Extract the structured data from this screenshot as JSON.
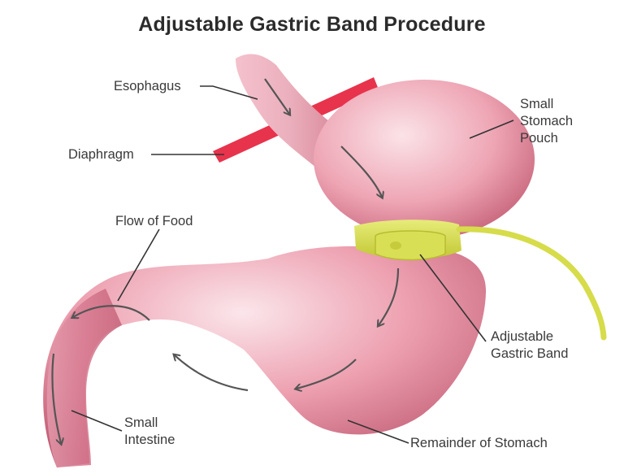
{
  "title": "Adjustable Gastric Band Procedure",
  "labels": {
    "esophagus": "Esophagus",
    "diaphragm": "Diaphragm",
    "pouch": [
      "Small",
      "Stomach",
      "Pouch"
    ],
    "flow": "Flow of Food",
    "band": [
      "Adjustable",
      "Gastric Band"
    ],
    "intestine": [
      "Small",
      "Intestine"
    ],
    "remainder": "Remainder of Stomach"
  },
  "colors": {
    "tissue": "#e88ea0",
    "tissue_dark": "#c25b72",
    "tissue_light": "#f7d2da",
    "diaphragm": "#e8334d",
    "band": "#d6dc4a",
    "band_dark": "#b7bd2e",
    "arrow": "#555555",
    "leader": "#333333"
  }
}
